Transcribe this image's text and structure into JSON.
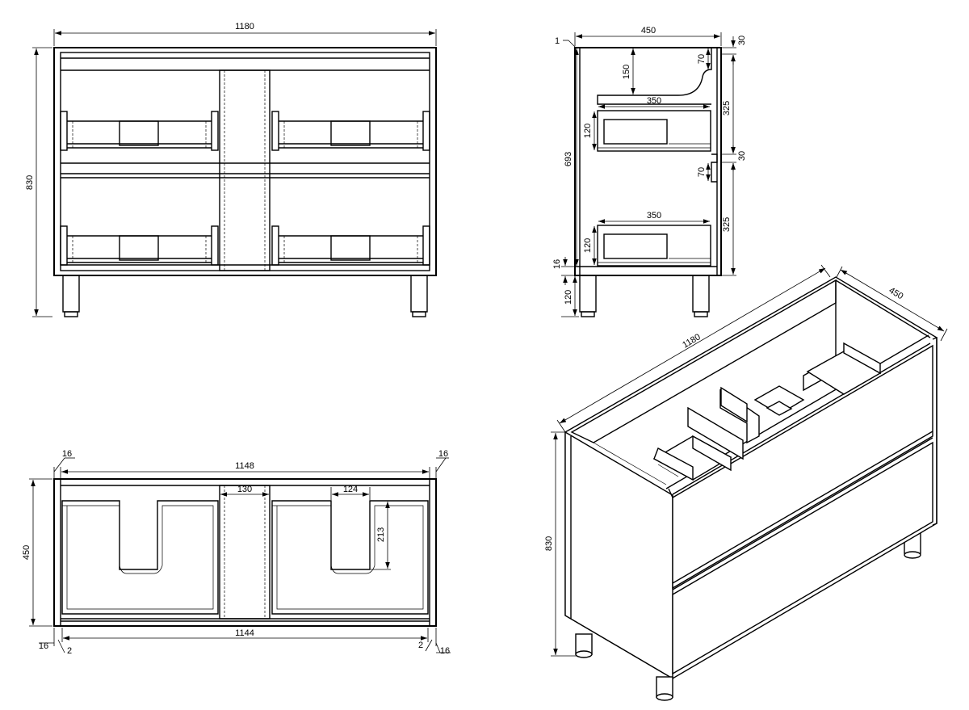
{
  "front_view": {
    "width_label": "1180",
    "height_label": "830"
  },
  "side_view": {
    "depth_label": "450",
    "edge_offset_label": "1",
    "top_gap_label": "30",
    "inner_height_label": "150",
    "groove_label": "70",
    "drawer_depth_top_label": "350",
    "drawer_height_top_label": "120",
    "drawer_front_top_label": "325",
    "carcass_height_label": "693",
    "mid_gap_label": "30",
    "groove_lower_label": "70",
    "drawer_depth_bottom_label": "350",
    "drawer_height_bottom_label": "120",
    "drawer_front_bottom_label": "325",
    "base_thickness_label": "16",
    "leg_height_label": "120"
  },
  "top_view": {
    "inner_width_label": "1148",
    "left_panel_label": "16",
    "right_panel_label": "16",
    "divider_width_label": "130",
    "cutout_width_label": "124",
    "cutout_depth_label": "213",
    "depth_label": "450",
    "bottom_width_label": "1144",
    "bottom_left_panel_label": "16",
    "bottom_left_gap_label": "2",
    "bottom_right_gap_label": "2",
    "bottom_right_panel_label": "16"
  },
  "iso_view": {
    "width_label": "1180",
    "depth_label": "450",
    "height_label": "830"
  }
}
